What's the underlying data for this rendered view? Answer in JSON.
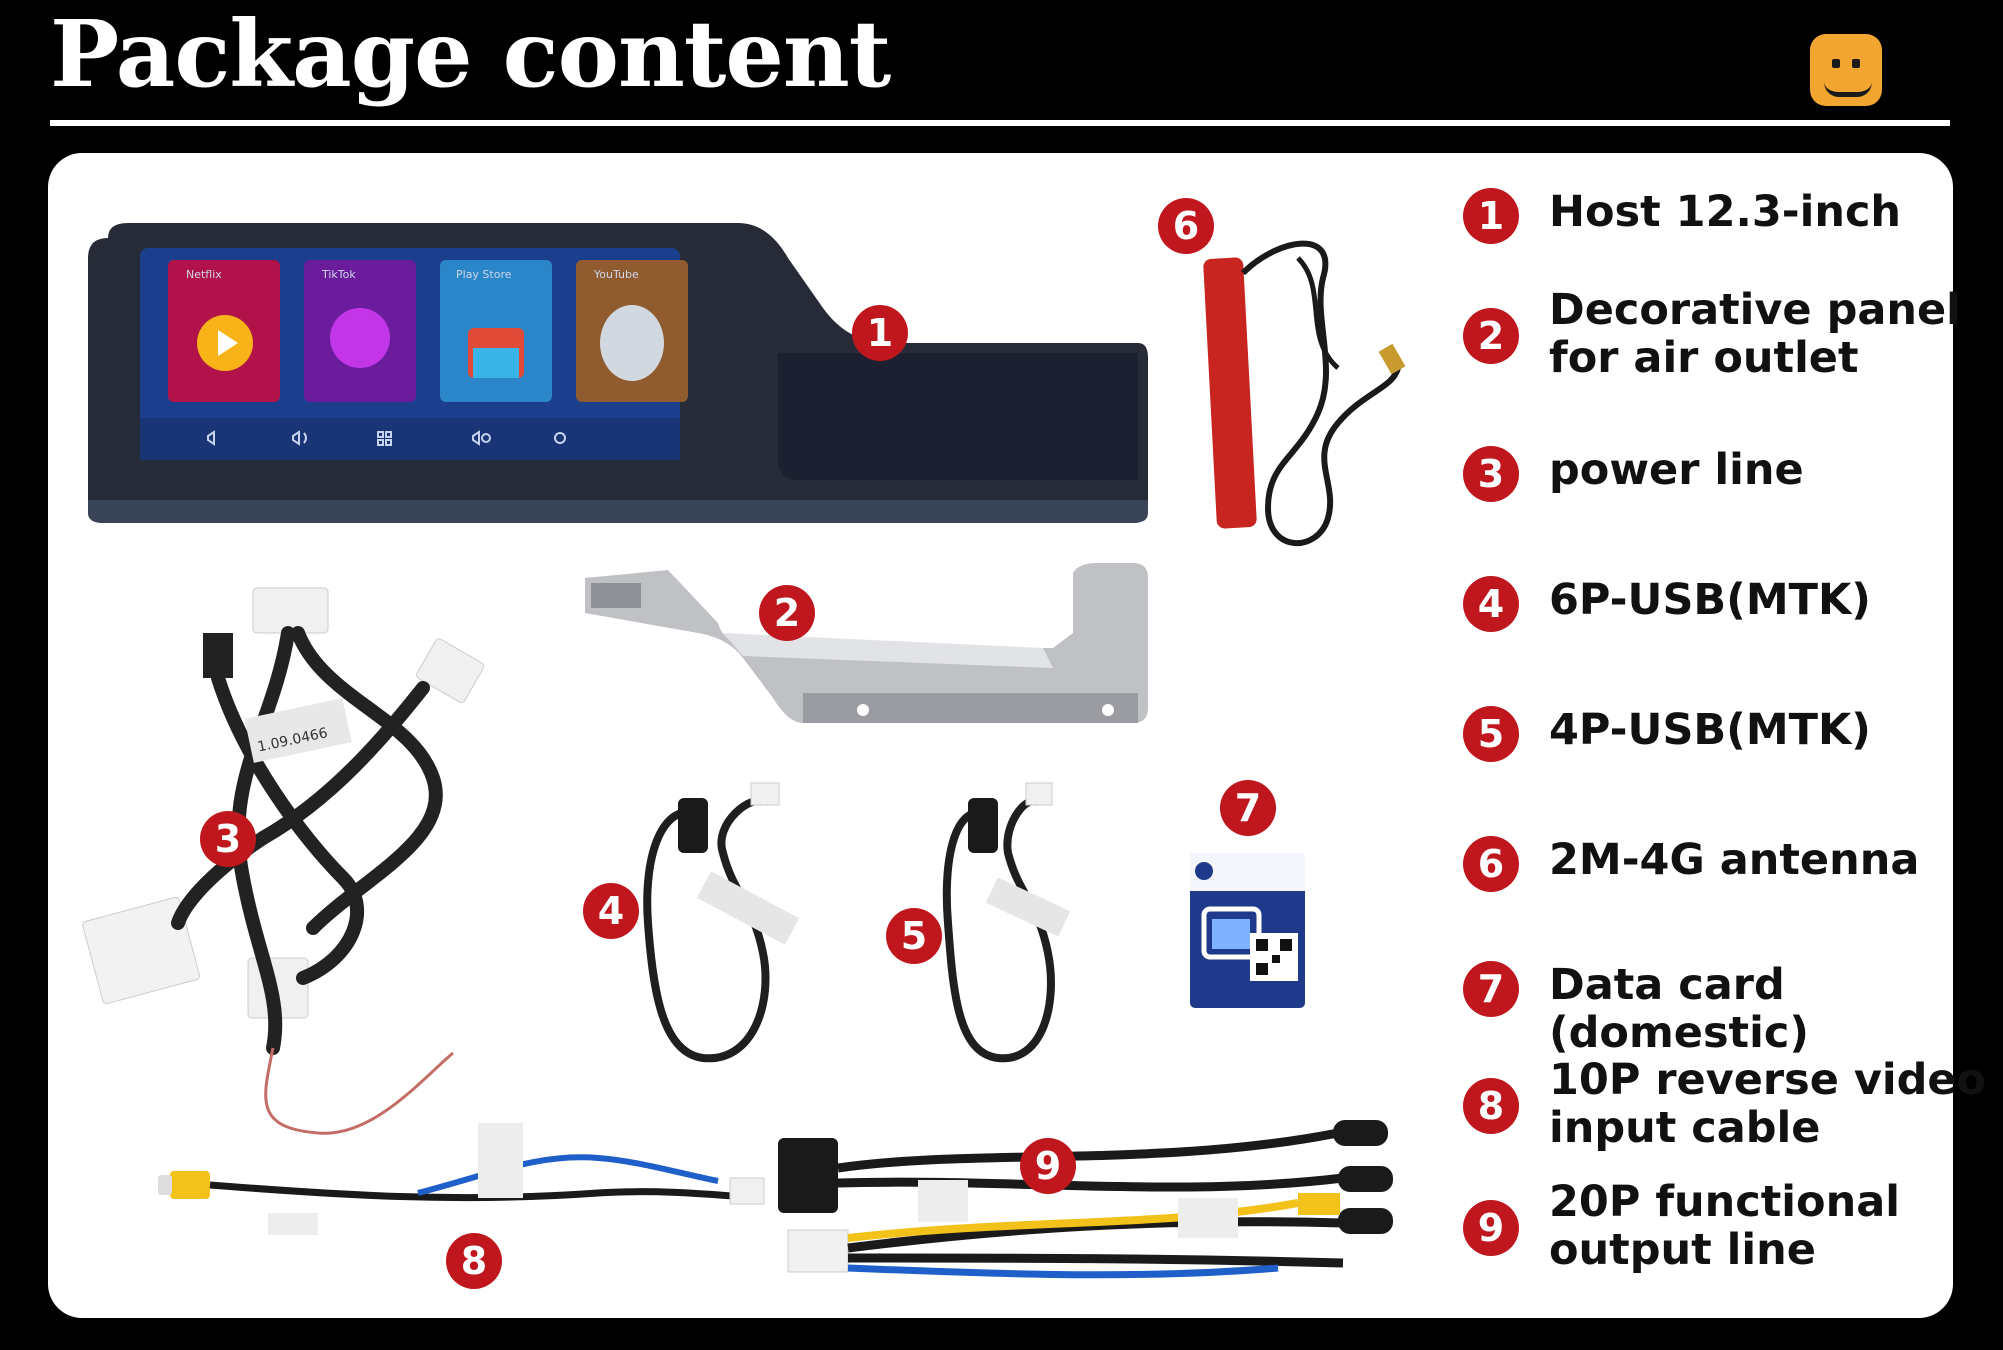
{
  "title": "Package content",
  "brand_color": "#c0161d",
  "logo_icon": "face-logo-icon",
  "items": [
    {
      "num": "1",
      "label": "Host 12.3-inch"
    },
    {
      "num": "2",
      "label": "Decorative panel for air outlet"
    },
    {
      "num": "3",
      "label": "power line"
    },
    {
      "num": "4",
      "label": "6P-USB(MTK)"
    },
    {
      "num": "5",
      "label": "4P-USB(MTK)"
    },
    {
      "num": "6",
      "label": "2M-4G antenna"
    },
    {
      "num": "7",
      "label": "Data card (domestic)"
    },
    {
      "num": "8",
      "label": "10P reverse video input cable"
    },
    {
      "num": "9",
      "label": "20P functional output line"
    }
  ],
  "screen_apps": [
    "Netflix",
    "TikTok",
    "Play Store",
    "YouTube"
  ],
  "harness_tag": "1.09.0466"
}
